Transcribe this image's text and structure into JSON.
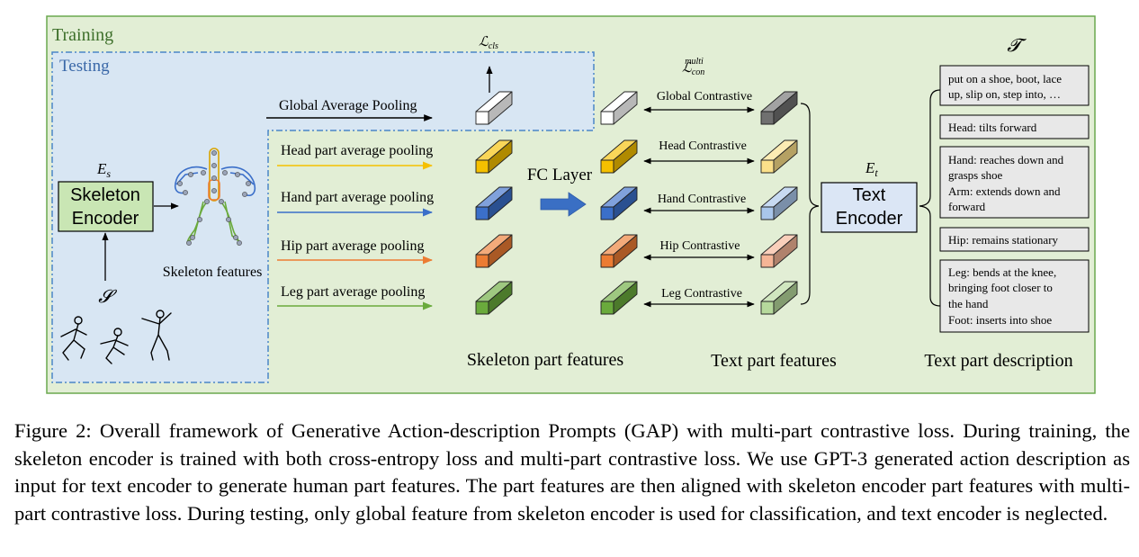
{
  "labels": {
    "training": "Training",
    "testing": "Testing",
    "es": "E",
    "es_sub": "s",
    "skeleton_encoder_line1": "Skeleton",
    "skeleton_encoder_line2": "Encoder",
    "s_symbol": "𝓢",
    "skeleton_features": "Skeleton features",
    "gap": "Global Average Pooling",
    "head_pool": "Head part average pooling",
    "hand_pool": "Hand part average pooling",
    "hip_pool": "Hip part average pooling",
    "leg_pool": "Leg part average pooling",
    "loss_cls_main": "ℒ",
    "loss_cls_sub": "cls",
    "loss_multi_main": "ℒ",
    "loss_multi_sup": "multi",
    "loss_multi_sub": "con",
    "fc_layer": "FC Layer",
    "global_contrastive": "Global Contrastive",
    "head_contrastive": "Head Contrastive",
    "hand_contrastive": "Hand Contrastive",
    "hip_contrastive": "Hip Contrastive",
    "leg_contrastive": "Leg Contrastive",
    "et": "E",
    "et_sub": "t",
    "text_encoder_line1": "Text",
    "text_encoder_line2": "Encoder",
    "t_symbol": "𝓣",
    "skeleton_part_features": "Skeleton part features",
    "text_part_features": "Text part features",
    "text_part_description": "Text part description"
  },
  "descriptions": {
    "global_1": "put on a shoe, boot, lace",
    "global_2": "up, slip on, step into, …",
    "head_1": "Head: tilts forward",
    "hand_1": "Hand: reaches down and",
    "hand_2": "grasps shoe",
    "hand_3": "Arm: extends down and",
    "hand_4": "forward",
    "hip_1": "Hip: remains stationary",
    "leg_1": "Leg: bends at the knee,",
    "leg_2": "bringing foot closer to",
    "leg_3": "the hand",
    "leg_4": "Foot: inserts into shoe"
  },
  "caption": "Figure 2: Overall framework of Generative Action-description Prompts (GAP) with multi-part contrastive loss. During training, the skeleton encoder is trained with both cross-entropy loss and multi-part contrastive loss. We use GPT-3 generated action description as input for text encoder to generate human part features. The part features are then aligned with skeleton encoder part features with multi-part contrastive loss. During testing, only global feature from skeleton encoder is used for classification, and text encoder is neglected.",
  "colors": {
    "training_bg": "#e2eed5",
    "training_border": "#6aa84f",
    "testing_bg": "#d8e6f3",
    "testing_border": "#4a86c8",
    "skeleton_encoder_bg": "#c9e6b4",
    "text_encoder_bg": "#dbe6f5",
    "description_bg": "#e8e8e8",
    "head": "#f5c000",
    "hand": "#3b6fc9",
    "hip": "#ec7c33",
    "leg": "#6aaa3c",
    "global_text_feature": "#707070",
    "head_light": "#fbe08a",
    "hand_light": "#a9c6eb",
    "hip_light": "#f5b596",
    "leg_light": "#b6d99c",
    "fc_arrow": "#3a6fc4"
  }
}
